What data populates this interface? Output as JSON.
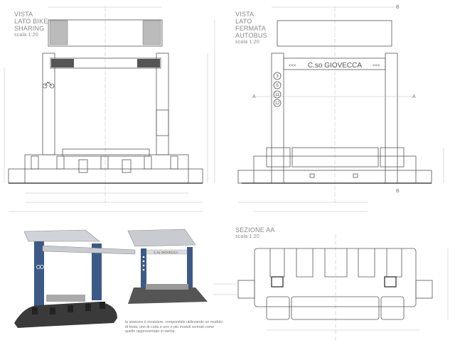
{
  "views": {
    "bike_side": {
      "title_lines": [
        "VISTA",
        "LATO BIKE",
        "SHARING"
      ],
      "scale": "scala 1:20"
    },
    "bus_side": {
      "title_lines": [
        "VISTA",
        "LATO",
        "FERMATA",
        "AUTOBUS"
      ],
      "scale": "scala 1:20"
    },
    "section": {
      "title_lines": [
        "SEZIONE AA"
      ],
      "scale": "scala 1:20"
    }
  },
  "sign": {
    "street_name": "C.so GIOVECCA",
    "arrows_left": "<<<",
    "arrows_right": "<<<",
    "bus_lines": [
      "3",
      "5",
      "11",
      "12"
    ]
  },
  "section_markers": {
    "a": "A",
    "b": "B"
  },
  "caption": "la stazione è modulare, componibile utilizzando un modulo di testa, uno di coda e uno o più moduli centrali come quello rappresentato in tavola.",
  "colors": {
    "line": "#555555",
    "post_blue": "#3d5a86",
    "base_dark": "#3a3a3a",
    "label": "#8a8a8a"
  }
}
